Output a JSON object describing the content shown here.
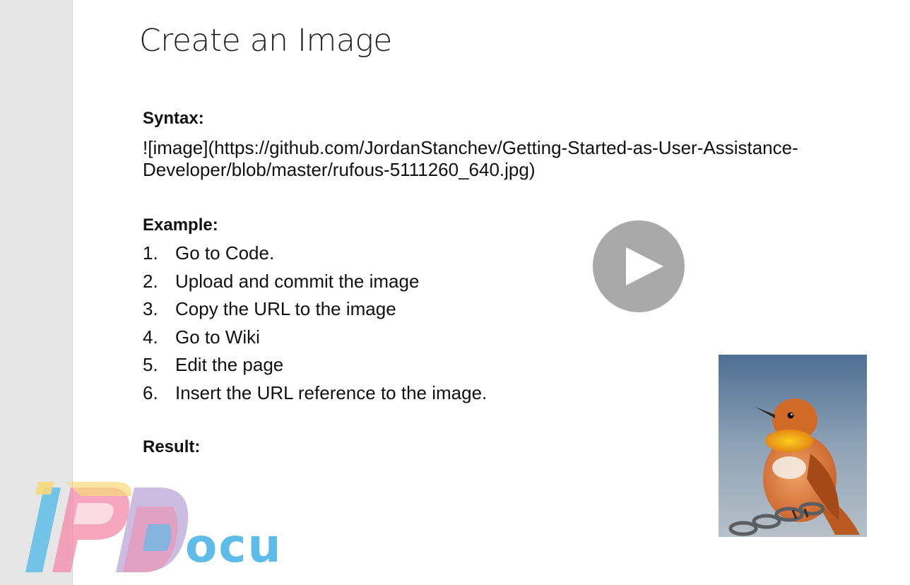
{
  "slide": {
    "title": "Create an Image",
    "syntax": {
      "heading": "Syntax:",
      "code": "![image](https://github.com/JordanStanchev/Getting-Started-as-User-Assistance-Developer/blob/master/rufous-5111260_640.jpg)"
    },
    "example": {
      "heading": "Example:",
      "steps": [
        {
          "num": "1.",
          "text": "Go to Code."
        },
        {
          "num": "2.",
          "text": "Upload and commit the image"
        },
        {
          "num": "3.",
          "text": "Copy the URL to the image"
        },
        {
          "num": "4.",
          "text": "Go to Wiki"
        },
        {
          "num": "5.",
          "text": "Edit the page"
        },
        {
          "num": "6.",
          "text": "Insert the URL reference to the image."
        }
      ]
    },
    "result": {
      "heading": "Result:"
    }
  },
  "player": {
    "play_icon": "play-icon"
  },
  "watermark": {
    "text": "ocu"
  },
  "colors": {
    "strip": "#e6e6e6",
    "play_button": "#8c8c8c",
    "watermark_blue": "#5dbce8",
    "watermark_pink": "#f38aaa",
    "watermark_yellow": "#f7d87a",
    "watermark_purple": "#b9a5d8"
  }
}
